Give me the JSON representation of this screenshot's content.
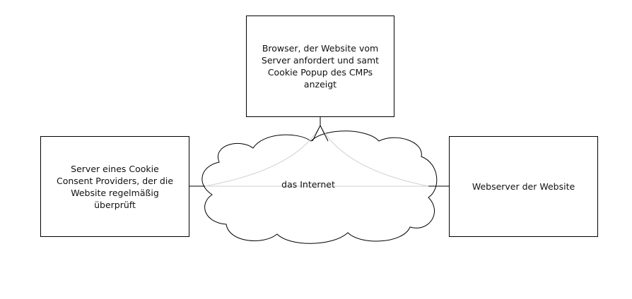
{
  "nodes": {
    "browser": "Browser, der Website vom\nServer anfordert und samt\nCookie Popup des CMPs\nanzeigt",
    "cmp_server": "Server eines Cookie\nConsent Providers, der die\nWebsite regelmäßig\nüberprüft",
    "webserver": "Webserver der Website"
  },
  "cloud": {
    "label": "das Internet"
  },
  "colors": {
    "stroke": "#000000",
    "connector_light": "#d0d0d0",
    "background": "#ffffff"
  }
}
